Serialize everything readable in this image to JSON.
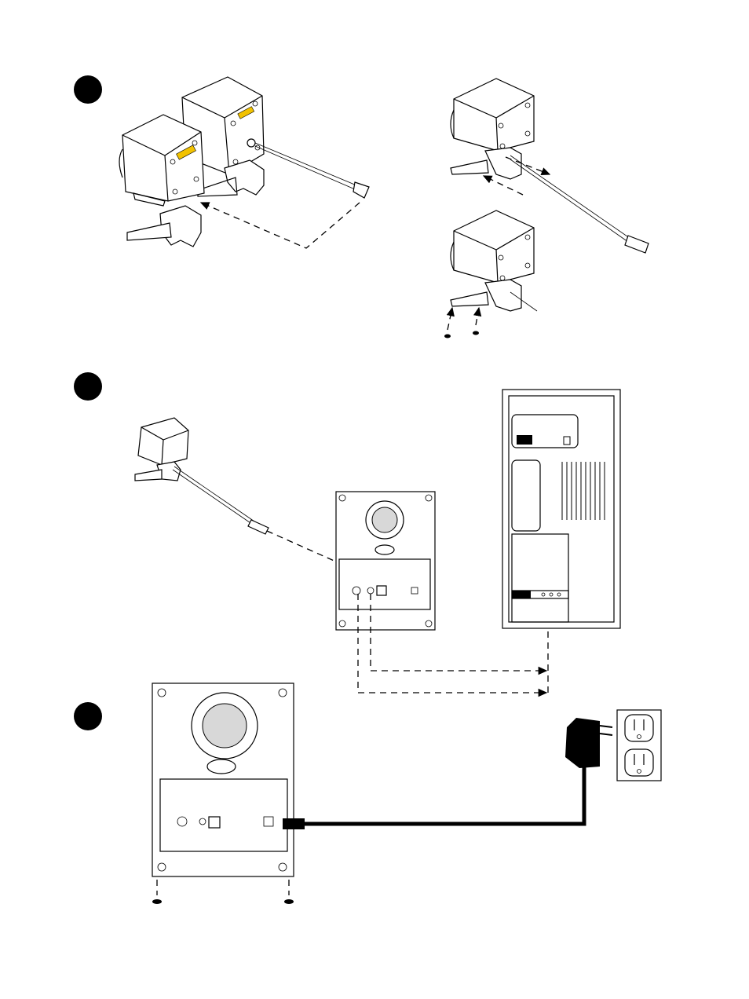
{
  "steps": [
    {
      "id": "step-1",
      "label": ""
    },
    {
      "id": "step-2",
      "label": ""
    },
    {
      "id": "step-3",
      "label": ""
    }
  ],
  "icons": {
    "step_marker": "filled-circle-icon",
    "satellite_speaker": "satellite-speaker-icon",
    "speaker_stand": "speaker-stand-icon",
    "speaker_cable_plug": "mini-din-plug-icon",
    "subwoofer": "subwoofer-icon",
    "computer_tower": "computer-tower-icon",
    "power_adapter": "ac-adapter-icon",
    "wall_outlet": "wall-outlet-icon",
    "rubber_foot": "rubber-foot-icon"
  },
  "colors": {
    "ink": "#000000",
    "paper": "#ffffff",
    "logo_badge": "#f2c200",
    "woofer_fill": "#d8d8d8"
  }
}
